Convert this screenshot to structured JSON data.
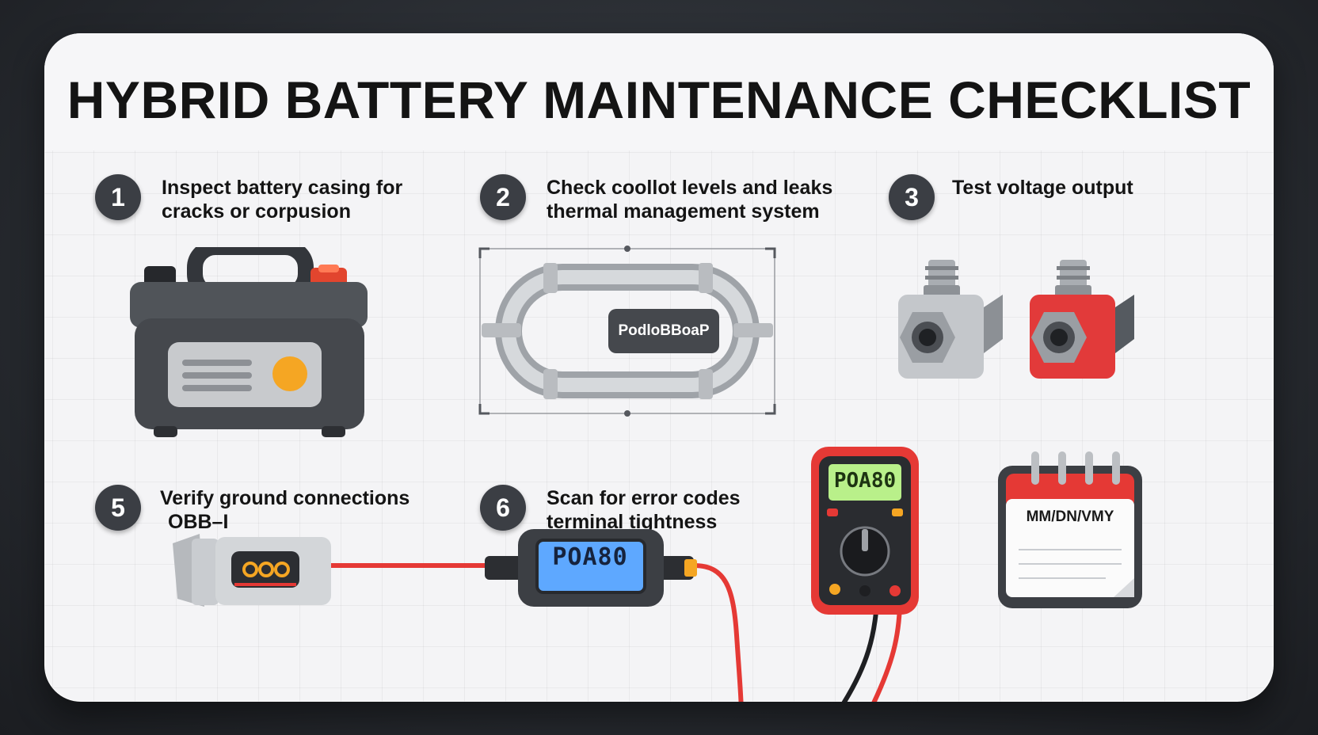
{
  "title": "HYBRID BATTERY MAINTENANCE CHECKLIST",
  "steps": [
    {
      "number": "1",
      "line1": "Inspect battery casing for",
      "line2": "cracks or corpusion"
    },
    {
      "number": "2",
      "line1": "Check coollot levels and leaks",
      "line2": "thermal management system"
    },
    {
      "number": "3",
      "line1": "Test voltage output",
      "line2": ""
    },
    {
      "number": "5",
      "line1": "Verify ground connections",
      "line2": "OBB–I"
    },
    {
      "number": "6",
      "line1": "Scan for error codes",
      "line2": "terminal tightness"
    }
  ],
  "coolant_label": "PodloBBoaP",
  "scanner_display": "POA80",
  "multimeter_display": "POA80",
  "calendar_date": "MM/DN/VMY",
  "colors": {
    "badge": "#3b3e44",
    "accent_red": "#e53935",
    "accent_orange": "#f5a623",
    "lcd_blue": "#5ea8ff",
    "lcd_green": "#b9f08a"
  },
  "icons": [
    "battery-icon",
    "coolant-pipe-icon",
    "silver-terminal-icon",
    "red-terminal-icon",
    "ground-connector-icon",
    "obd-scanner-icon",
    "multimeter-icon",
    "calendar-icon"
  ]
}
